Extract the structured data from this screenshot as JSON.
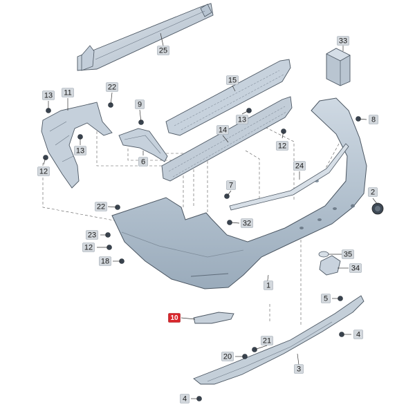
{
  "callouts": [
    {
      "id": "c25",
      "number": "25",
      "part": "crossmember"
    },
    {
      "id": "c33",
      "number": "33",
      "part": "module-box"
    },
    {
      "id": "c15",
      "number": "15",
      "part": "upper-bracket"
    },
    {
      "id": "c14",
      "number": "14",
      "part": "lower-bracket"
    },
    {
      "id": "c11",
      "number": "11",
      "part": "left-side-bracket"
    },
    {
      "id": "c13a",
      "number": "13",
      "part": "clip"
    },
    {
      "id": "c13b",
      "number": "13",
      "part": "clip"
    },
    {
      "id": "c13c",
      "number": "13",
      "part": "clip"
    },
    {
      "id": "c22a",
      "number": "22",
      "part": "clip"
    },
    {
      "id": "c22b",
      "number": "22",
      "part": "clip"
    },
    {
      "id": "c9",
      "number": "9",
      "part": "screw"
    },
    {
      "id": "c8",
      "number": "8",
      "part": "clip"
    },
    {
      "id": "c12a",
      "number": "12",
      "part": "screw"
    },
    {
      "id": "c12b",
      "number": "12",
      "part": "screw"
    },
    {
      "id": "c12c",
      "number": "12",
      "part": "screw"
    },
    {
      "id": "c6",
      "number": "6",
      "part": "guide-bracket"
    },
    {
      "id": "c24",
      "number": "24",
      "part": "trim-strip"
    },
    {
      "id": "c7",
      "number": "7",
      "part": "screw"
    },
    {
      "id": "c2",
      "number": "2",
      "part": "cap"
    },
    {
      "id": "c32",
      "number": "32",
      "part": "clip"
    },
    {
      "id": "c23",
      "number": "23",
      "part": "clip"
    },
    {
      "id": "c18",
      "number": "18",
      "part": "screw"
    },
    {
      "id": "c35",
      "number": "35",
      "part": "seal"
    },
    {
      "id": "c34",
      "number": "34",
      "part": "sensor-holder"
    },
    {
      "id": "c1",
      "number": "1",
      "part": "bumper-cover"
    },
    {
      "id": "c10",
      "number": "10",
      "part": "reflector-trim",
      "highlighted": true
    },
    {
      "id": "c5",
      "number": "5",
      "part": "clip"
    },
    {
      "id": "c4a",
      "number": "4",
      "part": "screw"
    },
    {
      "id": "c4b",
      "number": "4",
      "part": "screw"
    },
    {
      "id": "c21",
      "number": "21",
      "part": "clip"
    },
    {
      "id": "c20",
      "number": "20",
      "part": "clip"
    },
    {
      "id": "c3",
      "number": "3",
      "part": "diffuser"
    }
  ],
  "colors": {
    "part_fill": "#c9d4df",
    "part_fill_light": "#dde5ec",
    "part_stroke": "#4a5561",
    "callout_fill": "#d3d8dd",
    "callout_stroke": "#9aa4ae",
    "highlight_fill": "#d9262c",
    "leader": "#333333"
  }
}
